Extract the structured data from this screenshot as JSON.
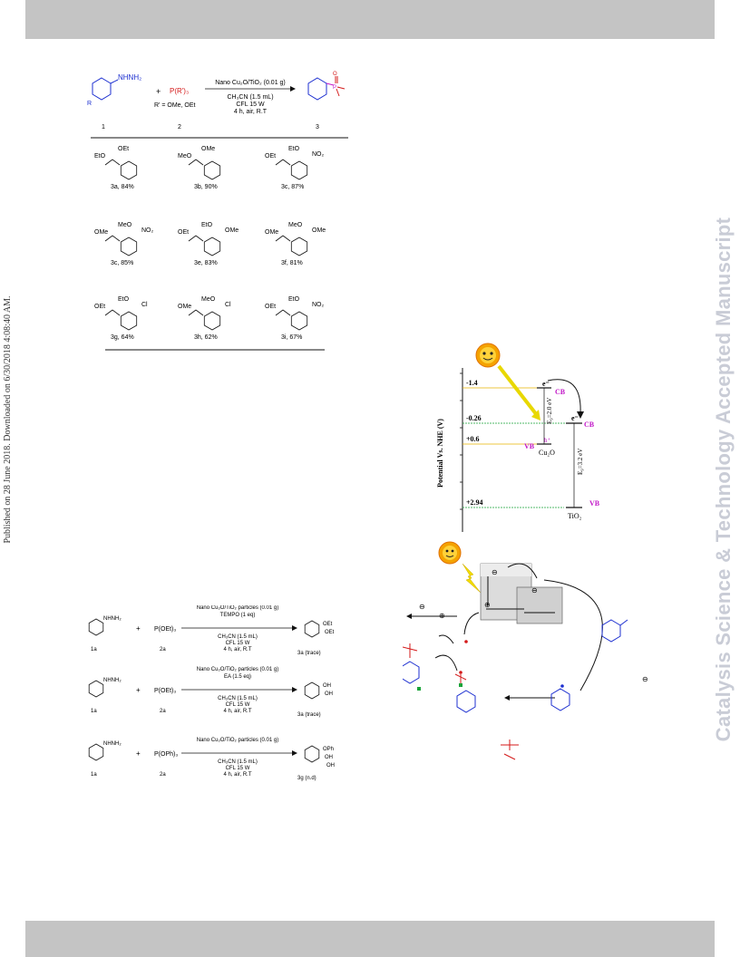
{
  "side_left": "Published on 28 June 2018. Downloaded on 6/30/2018 4:08:40 AM.",
  "side_right": "Catalysis Science & Technology Accepted Manuscript",
  "scheme1": {
    "reactant1_label": "NHNH₂",
    "reactant2_label": "P(R')₃",
    "r_label": "R",
    "rprime_def": "R' = OMe, OEt",
    "cond_above": "Nano Cu₂O/TiO₂ (0.01 g)",
    "cond_below": [
      "CH₃CN (1.5 mL)",
      "CFL 15 W",
      "4 h, air, R.T"
    ],
    "num1": "1",
    "num2": "2",
    "num3": "3",
    "products": [
      {
        "label": "3a, 84%",
        "groups": [
          "OEt",
          "EtO"
        ]
      },
      {
        "label": "3b, 90%",
        "groups": [
          "OMe",
          "MeO"
        ]
      },
      {
        "label": "3c, 87%",
        "groups": [
          "EtO",
          "OEt",
          "NO₂"
        ]
      },
      {
        "label": "3c, 85%",
        "groups": [
          "MeO",
          "OMe",
          "NO₂"
        ]
      },
      {
        "label": "3e, 83%",
        "groups": [
          "EtO",
          "OEt",
          "OMe"
        ]
      },
      {
        "label": "3f, 81%",
        "groups": [
          "MeO",
          "OMe",
          "OMe"
        ]
      },
      {
        "label": "3g, 64%",
        "groups": [
          "EtO",
          "OEt",
          "Cl"
        ]
      },
      {
        "label": "3h, 62%",
        "groups": [
          "MeO",
          "OMe",
          "Cl"
        ]
      },
      {
        "label": "3i, 67%",
        "groups": [
          "EtO",
          "OEt",
          "NO₂"
        ]
      }
    ]
  },
  "scheme2": {
    "rows": [
      {
        "reagent": "P(OEt)₃",
        "above": [
          "Nano Cu₂O/TiO₂ particles (0.01 g)",
          "TEMPO (1 eq)"
        ],
        "below": [
          "CH₃CN (1.5 mL)",
          "CFL 15 W",
          "4 h, air, R.T"
        ],
        "r1": "1a",
        "r2": "2a",
        "product": "3a (trace)",
        "groups": [
          "OEt",
          "OEt"
        ]
      },
      {
        "reagent": "P(OEt)₃",
        "above": [
          "Nano Cu₂O/TiO₂ particles (0.01 g)",
          "EA (1.5 eq)"
        ],
        "below": [
          "CH₃CN (1.5 mL)",
          "CFL 15 W",
          "4 h, air, R.T"
        ],
        "r1": "1a",
        "r2": "2a",
        "product": "3a (trace)",
        "groups": [
          "OH",
          "OH"
        ]
      },
      {
        "reagent": "P(OPh)₃",
        "above": [
          "Nano Cu₂O/TiO₂ particles (0.01 g)"
        ],
        "below": [
          "CH₃CN (1.5 mL)",
          "CFL 15 W",
          "4 h, air, R.T"
        ],
        "r1": "1a",
        "r2": "2a",
        "product": "3g (n.d)",
        "groups": [
          "OPh",
          "OH",
          "OH"
        ]
      }
    ],
    "nhnh2": "NHNH₂"
  },
  "band": {
    "ylabel": "Potential Vs. NHE (V)",
    "levels": [
      "-1.4",
      "-0.26",
      "+0.6",
      "+2.94"
    ],
    "cb": "CB",
    "vb": "VB",
    "e_minus": "e⁻",
    "h_plus": "h⁺",
    "eg1": "E₉=2.0 eV",
    "eg2": "E₉=3.2 eV",
    "cu2o": "Cu₂O",
    "tio2": "TiO₂"
  },
  "mechanism": {
    "minus": "⊖",
    "plus": "⊕"
  },
  "colors": {
    "blue": "#1c2fd0",
    "red": "#d41a1a",
    "magenta": "#c218c8",
    "green": "#1aa43a",
    "yellow": "#e8d000"
  }
}
